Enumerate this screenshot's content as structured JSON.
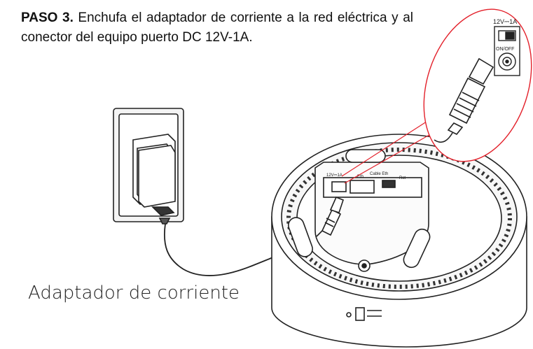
{
  "instruction": {
    "step_label": "PASO 3.",
    "text": "Enchufa el adaptador de corriente a la red eléctrica y al conector del equipo puerto DC 12V-1A."
  },
  "captions": {
    "adapter": "Adaptador de corriente"
  },
  "device_labels": {
    "dc_rating": "12V⎓1A",
    "switch": "ON/OFF",
    "eth": "Eth",
    "eth_cable": "Cable Eth",
    "reset": "Rst"
  },
  "colors": {
    "callout_outline": "#e3202a",
    "line_art": "#222222"
  }
}
